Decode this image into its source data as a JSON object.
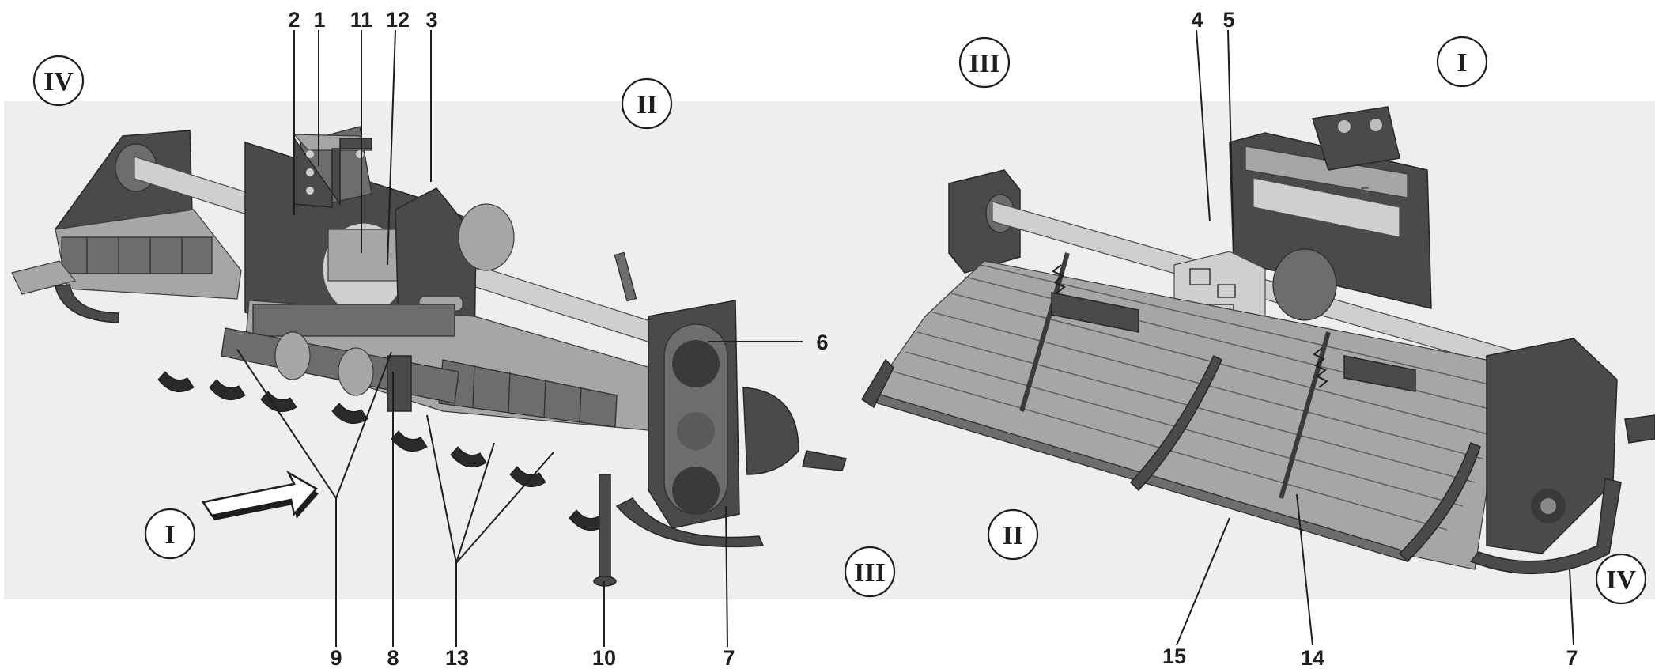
{
  "left_view": {
    "callouts": {
      "c2": "2",
      "c1": "1",
      "c11": "11",
      "c12": "12",
      "c3": "3",
      "c6": "6",
      "c9": "9",
      "c8": "8",
      "c13": "13",
      "c10": "10",
      "c7": "7"
    },
    "sides": {
      "s4": "IV",
      "s2": "II",
      "s1": "I",
      "s3": "III"
    }
  },
  "right_view": {
    "callouts": {
      "c4": "4",
      "c5": "5",
      "c15": "15",
      "c14": "14",
      "c7": "7"
    },
    "sides": {
      "s3": "III",
      "s1": "I",
      "s2": "II",
      "s4": "IV"
    },
    "housing_mark": "5"
  },
  "colors": {
    "line": "#1e1e1e",
    "shadow": "#eeeeee",
    "steel_dark": "#4a4a4a",
    "steel_light": "#a6a6a6"
  },
  "icons": [
    "direction-arrow-icon"
  ]
}
